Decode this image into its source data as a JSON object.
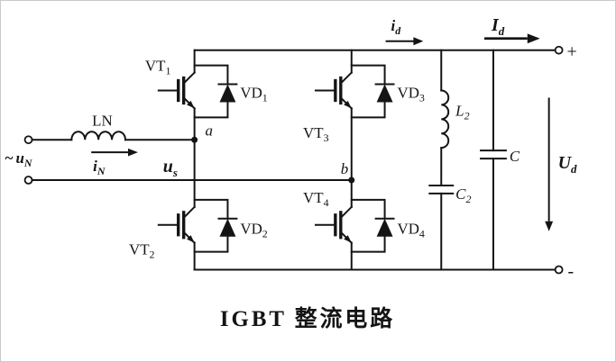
{
  "title": "IGBT 整流电路",
  "source": {
    "prefix": "~",
    "main": "u",
    "sub": "N"
  },
  "input": {
    "inductor": "LN",
    "current": {
      "main": "i",
      "sub": "N"
    },
    "voltage": {
      "main": "u",
      "sub": "s"
    },
    "node_a": "a",
    "node_b": "b"
  },
  "igbts": {
    "vt1": {
      "main": "VT",
      "sub": "1"
    },
    "vt2": {
      "main": "VT",
      "sub": "2"
    },
    "vt3": {
      "main": "VT",
      "sub": "3"
    },
    "vt4": {
      "main": "VT",
      "sub": "4"
    }
  },
  "diodes": {
    "vd1": {
      "main": "VD",
      "sub": "1"
    },
    "vd2": {
      "main": "VD",
      "sub": "2"
    },
    "vd3": {
      "main": "VD",
      "sub": "3"
    },
    "vd4": {
      "main": "VD",
      "sub": "4"
    }
  },
  "output": {
    "current_inst": {
      "main": "i",
      "sub": "d"
    },
    "current_avg": {
      "main": "I",
      "sub": "d"
    },
    "inductor": {
      "main": "L",
      "sub": "2"
    },
    "capacitor2": {
      "main": "C",
      "sub": "2"
    },
    "capacitor": "C",
    "voltage": {
      "main": "U",
      "sub": "d"
    },
    "plus": "+",
    "minus": "-"
  },
  "colors": {
    "ink": "#141414",
    "background": "#ffffff"
  }
}
